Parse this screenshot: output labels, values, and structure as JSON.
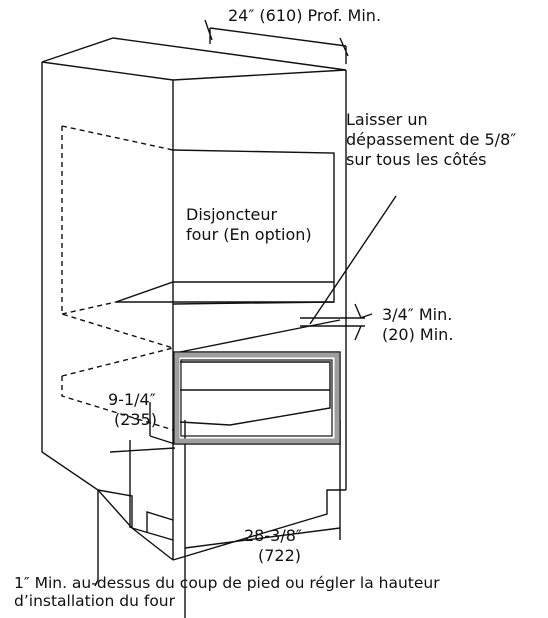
{
  "labels": {
    "depth": "24″ (610) Prof. Min.",
    "overlap_line1": "Laisser un",
    "overlap_line2": "dépassement de 5/8″",
    "overlap_line3": "sur tous les côtés",
    "breaker_line1": "Disjoncteur",
    "breaker_line2": "four (En option)",
    "gap_line1": "3/4″ Min.",
    "gap_line2": "(20) Min.",
    "height_line1": "9-1/4″",
    "height_line2": "(235)",
    "width_line1": "28-3/8″",
    "width_line2": "(722)",
    "note_line1": "1″ Min. au-dessus du coup de pied ou régler la hauteur",
    "note_line2": "d’installation du four"
  },
  "colors": {
    "ink": "#111111",
    "frame": "#9e9e9e",
    "background": "#ffffff"
  }
}
